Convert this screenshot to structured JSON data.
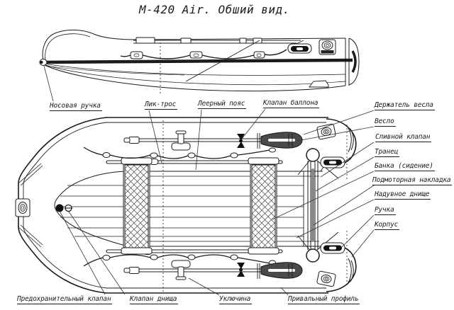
{
  "title": "М-420 Air. Обший вид.",
  "labels": {
    "bow_handle": "Носовая ручка",
    "luff_rope": "Лик-трос",
    "lifeline_belt": "Леерный пояс",
    "tube_valve": "Клапан баллона",
    "oar_holder": "Держатель весла",
    "oar": "Весло",
    "drain_valve": "Сливной клапан",
    "transom": "Транец",
    "bench_seat": "Банка (сидение)",
    "motor_pad": "Подмоторная накладка",
    "inflatable_bottom": "Надувное днище",
    "handle": "Ручка",
    "hull": "Корпус",
    "safety_valve": "Предохранительный клапан",
    "bottom_valve": "Клапан днища",
    "oarlock": "Уключина",
    "rub_rail": "Привальный профиль"
  },
  "colors": {
    "ink": "#1b1b1b",
    "paper": "#ffffff"
  }
}
